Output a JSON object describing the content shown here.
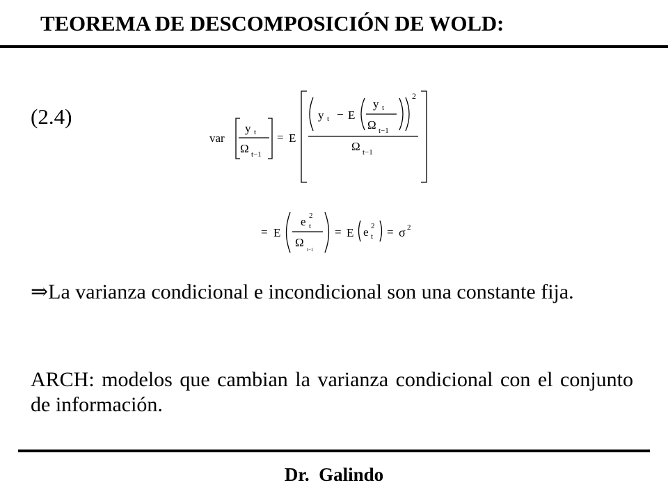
{
  "header": {
    "title": "TEOREMA DE DESCOMPOSICIÓN DE WOLD:"
  },
  "equation": {
    "label": "(2.4)",
    "var": "var",
    "E": "E",
    "y": "y",
    "t": "t",
    "t_minus_1": "t−1",
    "omega": "Ω",
    "e": "e",
    "sigma": "σ",
    "squared": "2",
    "equals": "=",
    "minus": "−"
  },
  "body": {
    "arrow": "⇒",
    "paragraph1": "La varianza condicional e incondicional son una constante fija.",
    "paragraph2": "ARCH: modelos que cambian la varianza condicional con el conjunto de información."
  },
  "footer": {
    "author": "Dr.  Galindo"
  }
}
